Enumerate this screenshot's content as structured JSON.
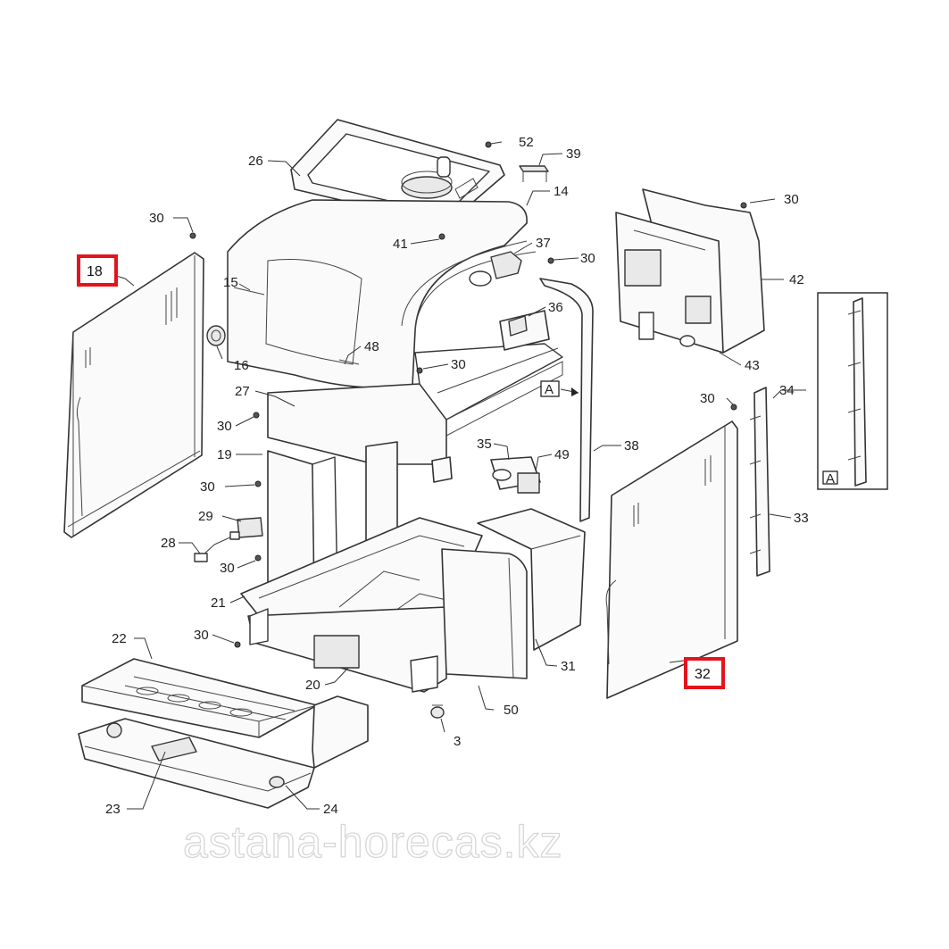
{
  "watermark": "astana-horecas.kz",
  "callouts": {
    "c3": "3",
    "c14": "14",
    "c15": "15",
    "c16": "16",
    "c18": "18",
    "c19": "19",
    "c20": "20",
    "c21": "21",
    "c22": "22",
    "c23": "23",
    "c24": "24",
    "c26": "26",
    "c27": "27",
    "c28": "28",
    "c29": "29",
    "c30": "30",
    "c31": "31",
    "c32": "32",
    "c33": "33",
    "c34": "34",
    "c35": "35",
    "c36": "36",
    "c37": "37",
    "c38": "38",
    "c39": "39",
    "c41": "41",
    "c42": "42",
    "c43": "43",
    "c48": "48",
    "c49": "49",
    "c50": "50",
    "c52": "52"
  },
  "detail_marker": "A",
  "highlight_color": "#e3141c"
}
